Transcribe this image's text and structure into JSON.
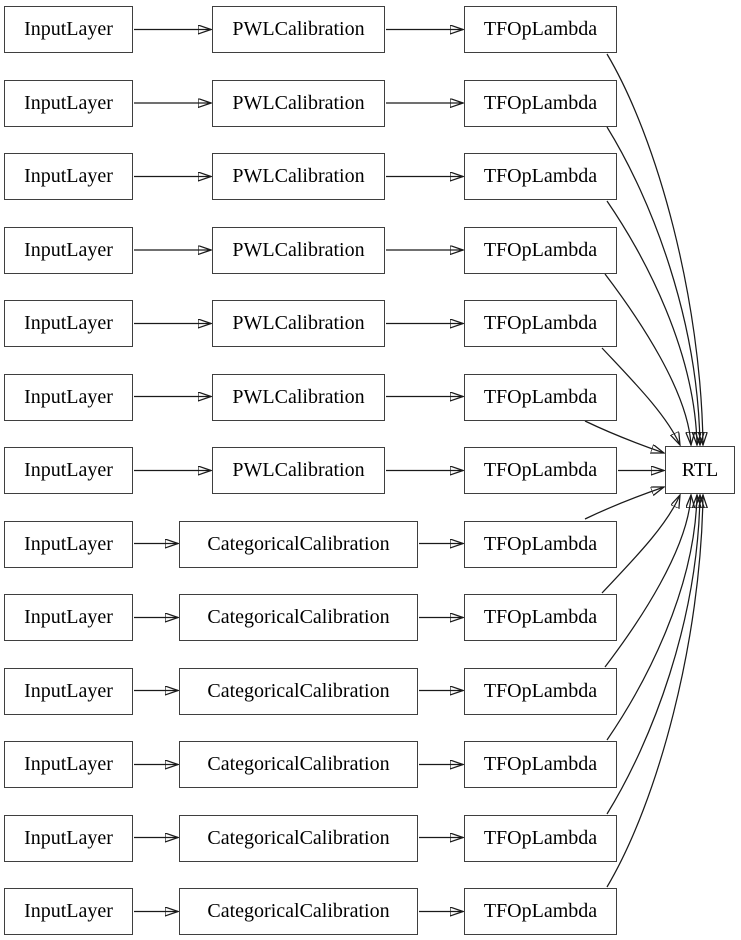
{
  "diagram": {
    "colors": {
      "background": "#ffffff",
      "node_border": "#3f3f3f",
      "edge": "#1a1a1a",
      "text": "#000000"
    },
    "rtl_label": "RTL",
    "rows": [
      {
        "input": "InputLayer",
        "calibration": "PWLCalibration",
        "op": "TFOpLambda"
      },
      {
        "input": "InputLayer",
        "calibration": "PWLCalibration",
        "op": "TFOpLambda"
      },
      {
        "input": "InputLayer",
        "calibration": "PWLCalibration",
        "op": "TFOpLambda"
      },
      {
        "input": "InputLayer",
        "calibration": "PWLCalibration",
        "op": "TFOpLambda"
      },
      {
        "input": "InputLayer",
        "calibration": "PWLCalibration",
        "op": "TFOpLambda"
      },
      {
        "input": "InputLayer",
        "calibration": "PWLCalibration",
        "op": "TFOpLambda"
      },
      {
        "input": "InputLayer",
        "calibration": "PWLCalibration",
        "op": "TFOpLambda"
      },
      {
        "input": "InputLayer",
        "calibration": "CategoricalCalibration",
        "op": "TFOpLambda"
      },
      {
        "input": "InputLayer",
        "calibration": "CategoricalCalibration",
        "op": "TFOpLambda"
      },
      {
        "input": "InputLayer",
        "calibration": "CategoricalCalibration",
        "op": "TFOpLambda"
      },
      {
        "input": "InputLayer",
        "calibration": "CategoricalCalibration",
        "op": "TFOpLambda"
      },
      {
        "input": "InputLayer",
        "calibration": "CategoricalCalibration",
        "op": "TFOpLambda"
      },
      {
        "input": "InputLayer",
        "calibration": "CategoricalCalibration",
        "op": "TFOpLambda"
      }
    ]
  }
}
